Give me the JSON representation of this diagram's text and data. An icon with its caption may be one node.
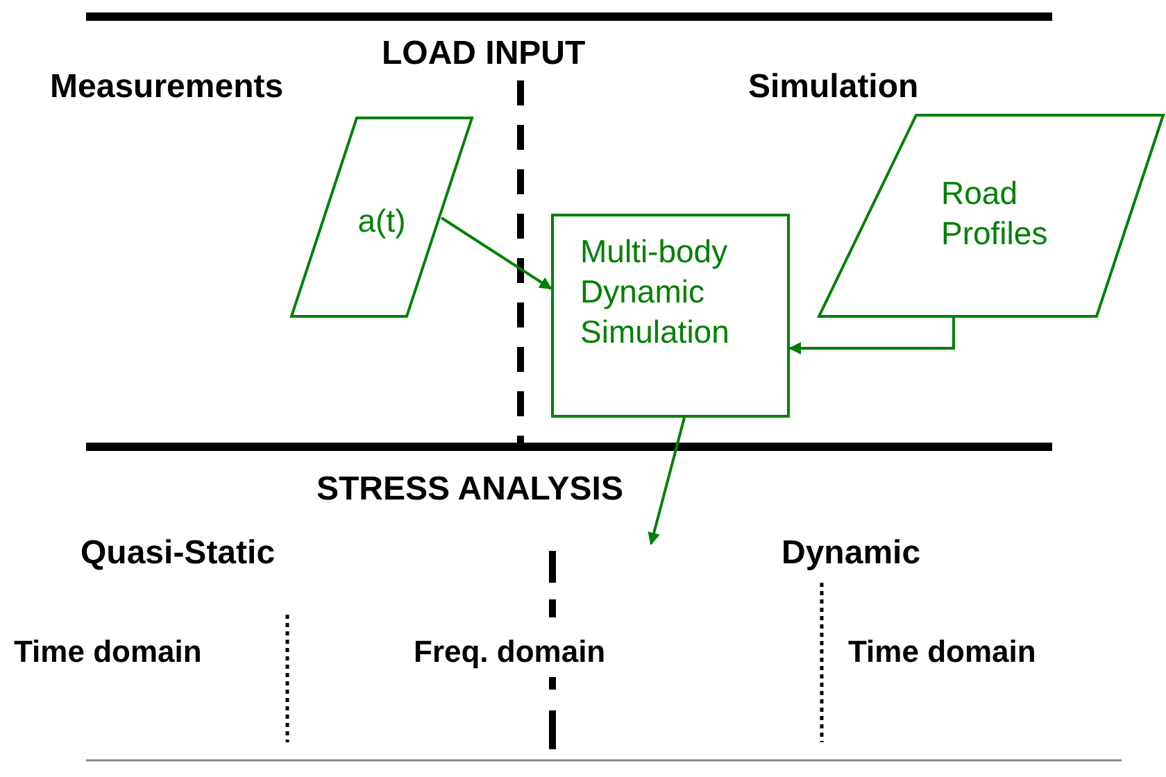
{
  "diagram": {
    "nodes": [
      {
        "text": [
          "a(t)"
        ]
      },
      {
        "text": [
          "Multi-body Dynamic Simulation"
        ]
      },
      {
        "text": [
          "Road Profiles"
        ]
      }
    ],
    "edges": [
      {
        "from": 0,
        "to": 1,
        "arrow": "to"
      },
      {
        "from": 2,
        "to": 1,
        "arrow": "to"
      },
      {
        "from": 1,
        "to": null,
        "arrow": "to"
      }
    ],
    "labels": [
      "LOAD INPUT",
      "Measurements",
      "Simulation",
      "STRESS ANALYSIS",
      "Quasi-Static",
      "Dynamic",
      "Time domain",
      "Freq. domain",
      "Time domain"
    ]
  }
}
